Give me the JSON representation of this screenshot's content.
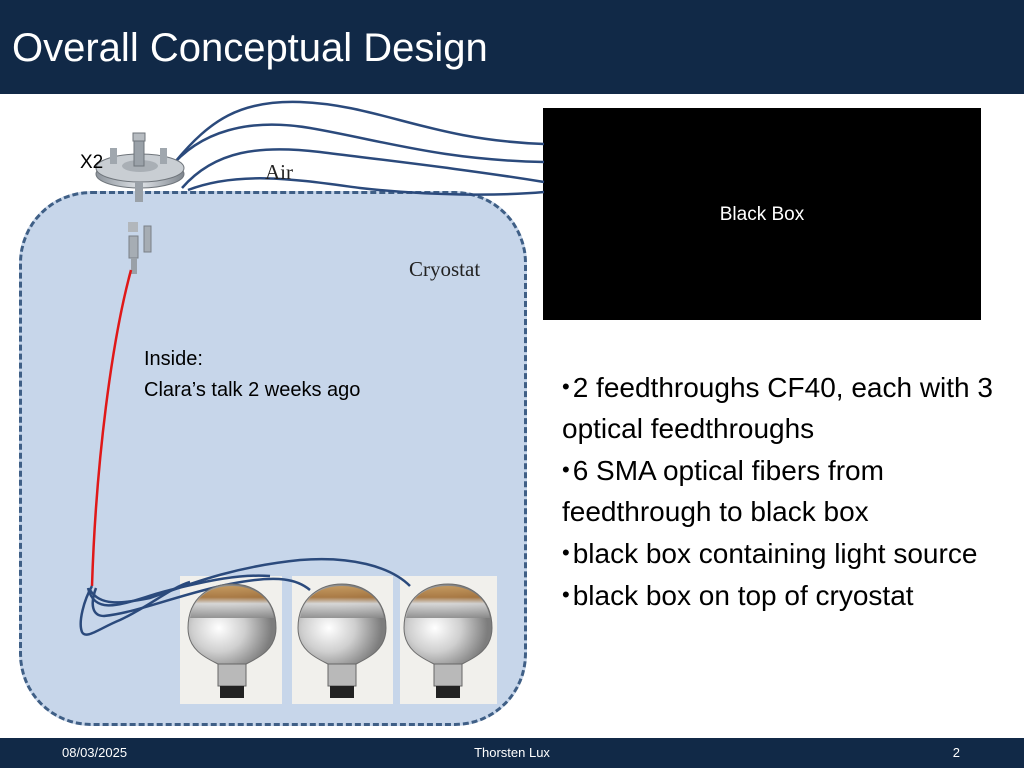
{
  "slide": {
    "title": "Overall Conceptual Design"
  },
  "diagram": {
    "x2_label": "X2",
    "air_label": "Air",
    "cryostat_label": "Cryostat",
    "inside_line1": "Inside:",
    "inside_line2": "Clara’s talk 2 weeks ago",
    "black_box_label": "Black Box"
  },
  "bullets": [
    "2 feedthroughs CF40, each with 3 optical feedthroughs",
    "6 SMA optical fibers from feedthrough to black box",
    "black box containing light source",
    "black box on top of cryostat"
  ],
  "footer": {
    "date": "08/03/2025",
    "author": "Thorsten Lux",
    "page": "2"
  },
  "colors": {
    "title_bar": "#112947",
    "cryostat_fill": "#c7d6ea",
    "cryostat_border": "#3f5f86",
    "fiber_blue": "#2b4a7c",
    "fiber_red": "#e01818",
    "black_box": "#000000"
  }
}
